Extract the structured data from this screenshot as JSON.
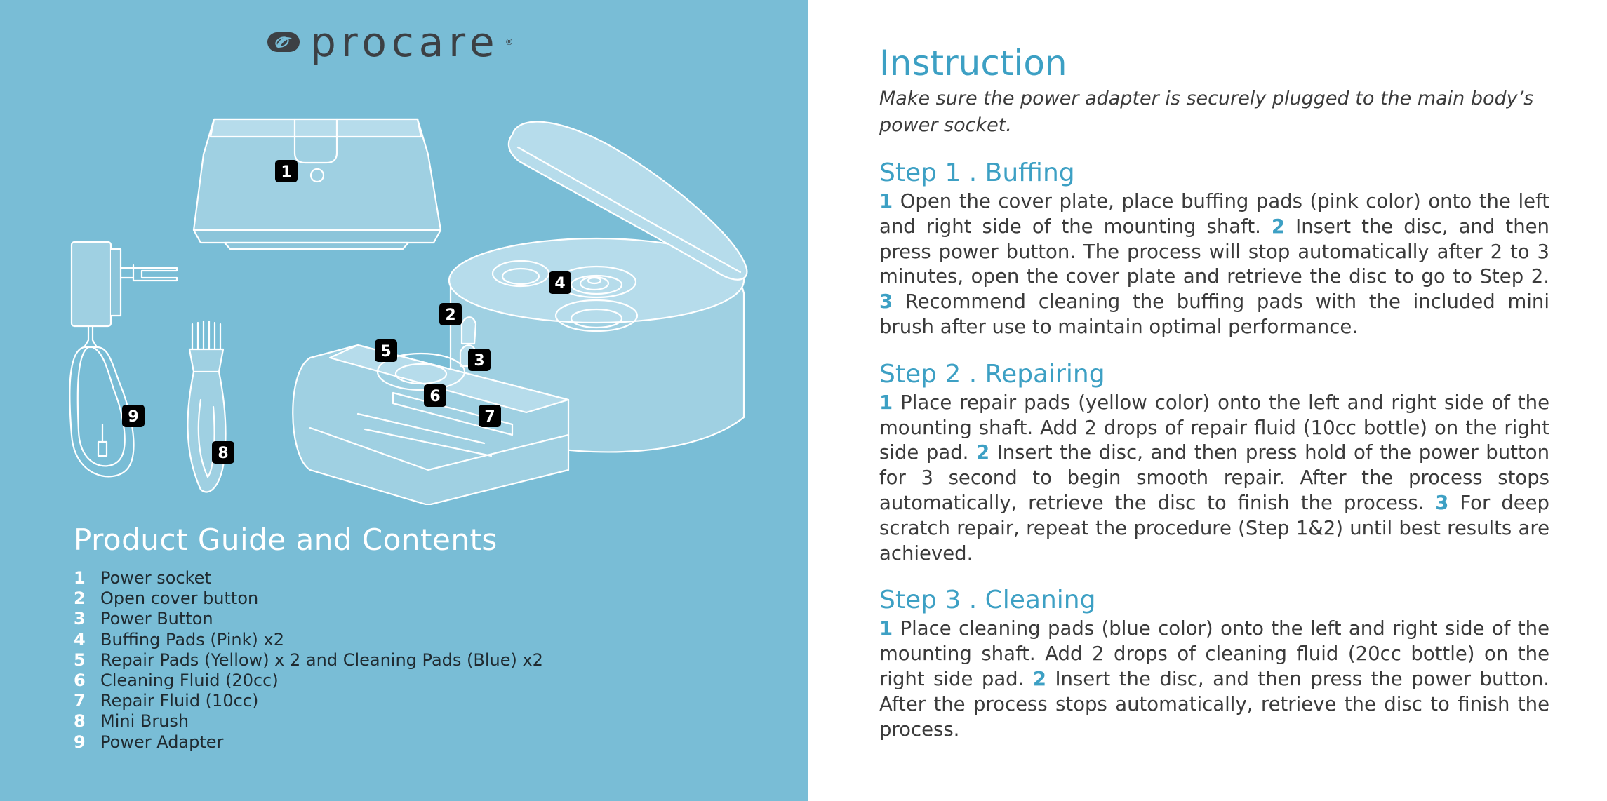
{
  "brand": {
    "name": "procare",
    "registered": "®"
  },
  "markers": [
    "1",
    "2",
    "3",
    "4",
    "5",
    "6",
    "7",
    "8",
    "9"
  ],
  "guide": {
    "title": "Product Guide and Contents",
    "items": [
      {
        "num": "1",
        "text": "Power socket"
      },
      {
        "num": "2",
        "text": "Open cover button"
      },
      {
        "num": "3",
        "text": "Power Button"
      },
      {
        "num": "4",
        "text": "Buffing Pads (Pink) x2"
      },
      {
        "num": "5",
        "text": "Repair Pads (Yellow) x 2 and Cleaning Pads (Blue) x2"
      },
      {
        "num": "6",
        "text": "Cleaning Fluid (20cc)"
      },
      {
        "num": "7",
        "text": "Repair Fluid (10cc)"
      },
      {
        "num": "8",
        "text": "Mini Brush"
      },
      {
        "num": "9",
        "text": "Power Adapter"
      }
    ]
  },
  "instruction": {
    "title": "Instruction",
    "intro": "Make sure the power adapter is securely plugged to the main body’s power socket.",
    "steps": [
      {
        "title": "Step 1 . Buffing",
        "parts": [
          {
            "num": "1",
            "text": " Open the cover plate, place buffing pads (pink color) onto the left and right side of the mounting shaft. "
          },
          {
            "num": "2",
            "text": " Insert the disc, and then press power button. The process will stop automatically after 2 to 3 minutes, open the cover plate and retrieve the disc to go to Step 2. "
          },
          {
            "num": "3",
            "text": " Recommend cleaning the buffing pads with the included mini brush after use to maintain optimal performance."
          }
        ]
      },
      {
        "title": "Step 2 . Repairing",
        "parts": [
          {
            "num": "1",
            "text": " Place repair pads (yellow color) onto the left and right side of the mounting shaft. Add 2 drops of repair fluid (10cc bottle) on the right side pad. "
          },
          {
            "num": "2",
            "text": " Insert the disc, and then press hold of the power button for 3 second to begin smooth repair. After the process stops automatically, retrieve the disc to finish the process. "
          },
          {
            "num": "3",
            "text": " For deep scratch repair, repeat the procedure (Step 1&2) until best results are achieved."
          }
        ]
      },
      {
        "title": "Step 3 . Cleaning",
        "parts": [
          {
            "num": "1",
            "text": " Place cleaning pads (blue color) onto the left and right side of the mounting shaft. Add 2 drops of cleaning fluid (20cc bottle) on the right side pad. "
          },
          {
            "num": "2",
            "text": " Insert the disc, and then press the power button. After the process stops automatically, retrieve the disc to finish the process."
          }
        ]
      }
    ]
  }
}
